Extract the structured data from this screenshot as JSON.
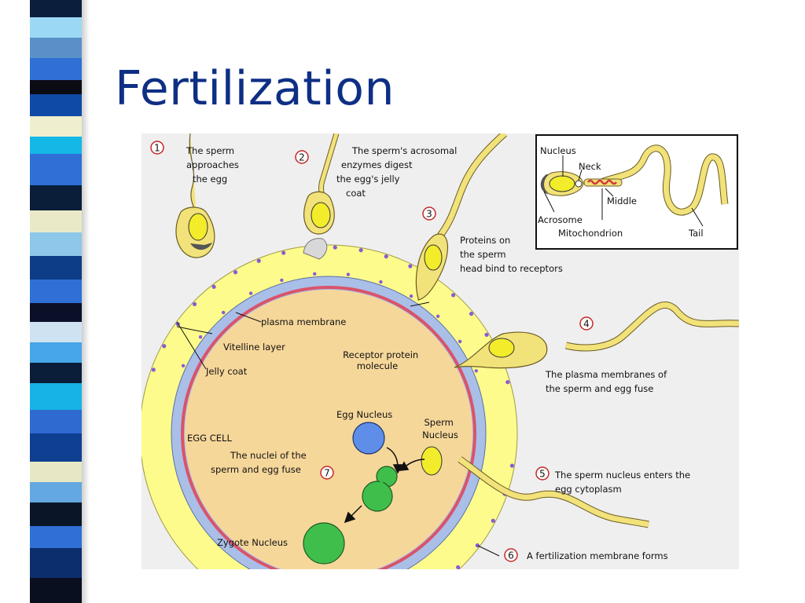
{
  "slide": {
    "title": "Fertilization"
  },
  "diagram": {
    "steps": [
      {
        "number": "1",
        "lines": [
          "The sperm",
          "approaches",
          "the egg"
        ]
      },
      {
        "number": "2",
        "lines": [
          "The sperm's acrosomal",
          "enzymes digest",
          "the egg's jelly",
          "coat"
        ]
      },
      {
        "number": "3",
        "lines": [
          "Proteins on",
          "the sperm",
          "head bind to receptors"
        ]
      },
      {
        "number": "4",
        "lines": [
          "The plasma membranes of",
          "the sperm and egg fuse"
        ]
      },
      {
        "number": "5",
        "lines": [
          "The sperm nucleus enters the",
          "egg cytoplasm"
        ]
      },
      {
        "number": "6",
        "lines": [
          "A fertilization membrane forms"
        ]
      },
      {
        "number": "7",
        "lines": [
          "The nuclei of the",
          "sperm and egg fuse"
        ]
      }
    ],
    "labels": {
      "plasma_membrane": "plasma membrane",
      "vitelline_layer": "Vitelline layer",
      "jelly_coat": "Jelly coat",
      "receptor_protein": [
        "Receptor protein",
        "molecule"
      ],
      "egg_nucleus": "Egg Nucleus",
      "sperm_nucleus": [
        "Sperm",
        "Nucleus"
      ],
      "egg_cell": "EGG CELL",
      "zygote_nucleus": "Zygote Nucleus"
    },
    "sperm_inset": {
      "nucleus": "Nucleus",
      "neck": "Neck",
      "middle": "Middle",
      "acrosome": "Acrosome",
      "mitochondrion": "Mitochondrion",
      "tail": "Tail"
    },
    "colors": {
      "egg_cytoplasm": "#f6d79a",
      "jelly_coat": "#fdfb8c",
      "vitelline": "#aabfe8",
      "plasma": "#d9546a",
      "dots": "#8a5bd6",
      "egg_nucleus": "#5f8ee8",
      "sperm_head": "#f2e27a",
      "sperm_nucleus": "#f2ec2a",
      "zygote": "#3fbe4b",
      "background": "#efefef"
    }
  }
}
